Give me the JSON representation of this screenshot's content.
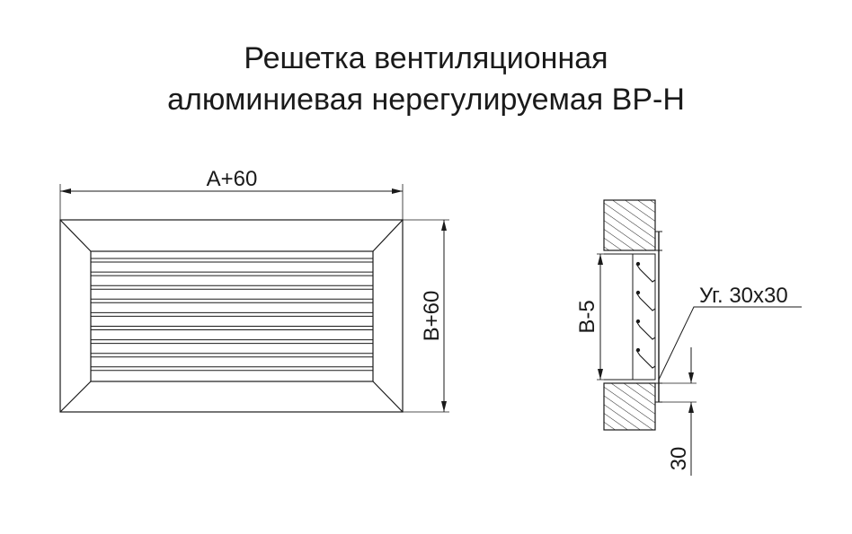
{
  "title": {
    "line1": "Решетка вентиляционная",
    "line2": "алюминиевая нерегулируемая ВР-Н"
  },
  "front_view": {
    "width_label": "А+60",
    "height_label": "В+60",
    "slat_count": 9
  },
  "section_view": {
    "opening_label": "В-5",
    "angle_label": "Уг. 30х30",
    "flange_label": "30",
    "blade_count": 4
  }
}
